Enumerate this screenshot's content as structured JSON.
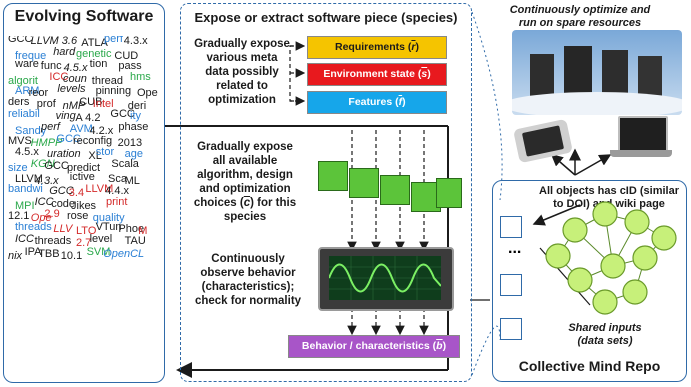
{
  "left_panel": {
    "title": "Evolving Software",
    "words": [
      {
        "t": "GCC",
        "c": "#1b1b1b"
      },
      {
        "t": "LLVM 3.6",
        "c": "#1b1b1b"
      },
      {
        "t": "ATLA",
        "c": "#1b1b1b"
      },
      {
        "t": "perf",
        "c": "#2a7fd4"
      },
      {
        "t": "4.3.x",
        "c": "#1b1b1b"
      },
      {
        "t": "freque",
        "c": "#2a7fd4"
      },
      {
        "t": "hard",
        "c": "#1b1b1b"
      },
      {
        "t": "genetic",
        "c": "#2aa84a"
      },
      {
        "t": "CUD",
        "c": "#1b1b1b"
      },
      {
        "t": "ware",
        "c": "#1b1b1b"
      },
      {
        "t": "func",
        "c": "#1b1b1b"
      },
      {
        "t": "4.5.x",
        "c": "#1b1b1b"
      },
      {
        "t": "tion",
        "c": "#1b1b1b"
      },
      {
        "t": "pass",
        "c": "#1b1b1b"
      },
      {
        "t": "algorit",
        "c": "#2aa84a"
      },
      {
        "t": "ICC",
        "c": "#d42a2a"
      },
      {
        "t": "coun",
        "c": "#1b1b1b"
      },
      {
        "t": "thread",
        "c": "#1b1b1b"
      },
      {
        "t": "hms",
        "c": "#2aa84a"
      },
      {
        "t": "ARM",
        "c": "#2a7fd4"
      },
      {
        "t": "reor",
        "c": "#1b1b1b"
      },
      {
        "t": "levels",
        "c": "#1b1b1b"
      },
      {
        "t": "pinning",
        "c": "#1b1b1b"
      },
      {
        "t": "Ope",
        "c": "#1b1b1b"
      },
      {
        "t": "ders",
        "c": "#1b1b1b"
      },
      {
        "t": "prof",
        "c": "#1b1b1b"
      },
      {
        "t": "nMP",
        "c": "#1b1b1b"
      },
      {
        "t": "CUB",
        "c": "#1b1b1b"
      },
      {
        "t": "Intel",
        "c": "#d42a2a"
      },
      {
        "t": "deri",
        "c": "#1b1b1b"
      },
      {
        "t": "reliabil",
        "c": "#2a7fd4"
      },
      {
        "t": "ving",
        "c": "#1b1b1b"
      },
      {
        "t": "A 4.2",
        "c": "#1b1b1b"
      },
      {
        "t": "GCC",
        "c": "#1b1b1b"
      },
      {
        "t": "ity",
        "c": "#2a7fd4"
      },
      {
        "t": "Sandy",
        "c": "#2a7fd4"
      },
      {
        "t": "perf",
        "c": "#1b1b1b"
      },
      {
        "t": "AVM",
        "c": "#2a7fd4"
      },
      {
        "t": "4.2.x",
        "c": "#1b1b1b"
      },
      {
        "t": "phase",
        "c": "#1b1b1b"
      },
      {
        "t": "MVS",
        "c": "#1b1b1b"
      },
      {
        "t": "HMPP",
        "c": "#2aa84a"
      },
      {
        "t": "GCC",
        "c": "#2a7fd4"
      },
      {
        "t": "reconfig",
        "c": "#1b1b1b"
      },
      {
        "t": "2013",
        "c": "#1b1b1b"
      },
      {
        "t": "4.5.x",
        "c": "#1b1b1b"
      },
      {
        "t": "uration",
        "c": "#1b1b1b"
      },
      {
        "t": "XL",
        "c": "#1b1b1b"
      },
      {
        "t": "stor",
        "c": "#2a7fd4"
      },
      {
        "t": "age",
        "c": "#2a7fd4"
      },
      {
        "t": "size",
        "c": "#2a7fd4"
      },
      {
        "t": "KGN",
        "c": "#2aa84a"
      },
      {
        "t": "GCC",
        "c": "#1b1b1b"
      },
      {
        "t": "predict",
        "c": "#1b1b1b"
      },
      {
        "t": "Scala",
        "c": "#1b1b1b"
      },
      {
        "t": "LLVM",
        "c": "#1b1b1b"
      },
      {
        "t": "4.3.x",
        "c": "#1b1b1b"
      },
      {
        "t": "ictive",
        "c": "#1b1b1b"
      },
      {
        "t": "Sca",
        "c": "#1b1b1b"
      },
      {
        "t": "ML",
        "c": "#1b1b1b"
      },
      {
        "t": "bandwi",
        "c": "#2a7fd4"
      },
      {
        "t": "GCC",
        "c": "#1b1b1b"
      },
      {
        "t": "3.4",
        "c": "#d42a2a"
      },
      {
        "t": "LLVM",
        "c": "#d42a2a"
      },
      {
        "t": "4.4.x",
        "c": "#1b1b1b"
      },
      {
        "t": "MPI",
        "c": "#2aa84a"
      },
      {
        "t": "ICC",
        "c": "#1b1b1b"
      },
      {
        "t": "code",
        "c": "#1b1b1b"
      },
      {
        "t": "Jikes",
        "c": "#1b1b1b"
      },
      {
        "t": "print",
        "c": "#d42a2a"
      },
      {
        "t": "12.1",
        "c": "#1b1b1b"
      },
      {
        "t": "Ope",
        "c": "#d42a2a"
      },
      {
        "t": "2.9",
        "c": "#d42a2a"
      },
      {
        "t": "rose",
        "c": "#1b1b1b"
      },
      {
        "t": "quality",
        "c": "#2a7fd4"
      },
      {
        "t": "threads",
        "c": "#2a7fd4"
      },
      {
        "t": "LLV",
        "c": "#d42a2a"
      },
      {
        "t": "LTO",
        "c": "#d42a2a"
      },
      {
        "t": "VTun",
        "c": "#1b1b1b"
      },
      {
        "t": "Phoe",
        "c": "#1b1b1b"
      },
      {
        "t": "M",
        "c": "#d42a2a"
      },
      {
        "t": "ICC",
        "c": "#1b1b1b"
      },
      {
        "t": "threads",
        "c": "#1b1b1b"
      },
      {
        "t": "2.7",
        "c": "#d42a2a"
      },
      {
        "t": "level",
        "c": "#1b1b1b"
      },
      {
        "t": "TAU",
        "c": "#1b1b1b"
      },
      {
        "t": "nix",
        "c": "#1b1b1b"
      },
      {
        "t": "IPA",
        "c": "#1b1b1b"
      },
      {
        "t": "TBB",
        "c": "#1b1b1b"
      },
      {
        "t": "10.1",
        "c": "#1b1b1b"
      },
      {
        "t": "SVM",
        "c": "#2aa84a"
      },
      {
        "t": "OpenCL",
        "c": "#2a7fd4"
      }
    ]
  },
  "middle_panel": {
    "title": "Expose or extract software piece (species)",
    "text1": "Gradually expose various meta data possibly related to optimization",
    "text2": "Gradually expose all available algorithm, design and optimization choices (",
    "text2_vec": "c",
    "text2_end": ") for this species",
    "text3": "Continuously observe behavior (characteristics); check for normality",
    "requirements_label": "Requirements (",
    "requirements_vec": "r",
    "environment_label": "Environment state (",
    "environment_vec": "s",
    "features_label": "Features (",
    "features_vec": "f",
    "behavior_label": "Behavior / characteristics (",
    "behavior_vec": "b",
    "colors": {
      "requirements": "#f5c400",
      "environment": "#e8191e",
      "features": "#16a6ea",
      "behavior": "#a855c8",
      "choice": "#5cc43a"
    }
  },
  "right_top": {
    "caption": "Continuously optimize and run on spare resources"
  },
  "right_panel": {
    "title": "Collective Mind Repo",
    "caption": "All objects has cID (similar to DOI) and wiki page",
    "ellipsis": "...",
    "shared_inputs": "Shared inputs (data sets)",
    "node_color": "#c7f07a"
  }
}
